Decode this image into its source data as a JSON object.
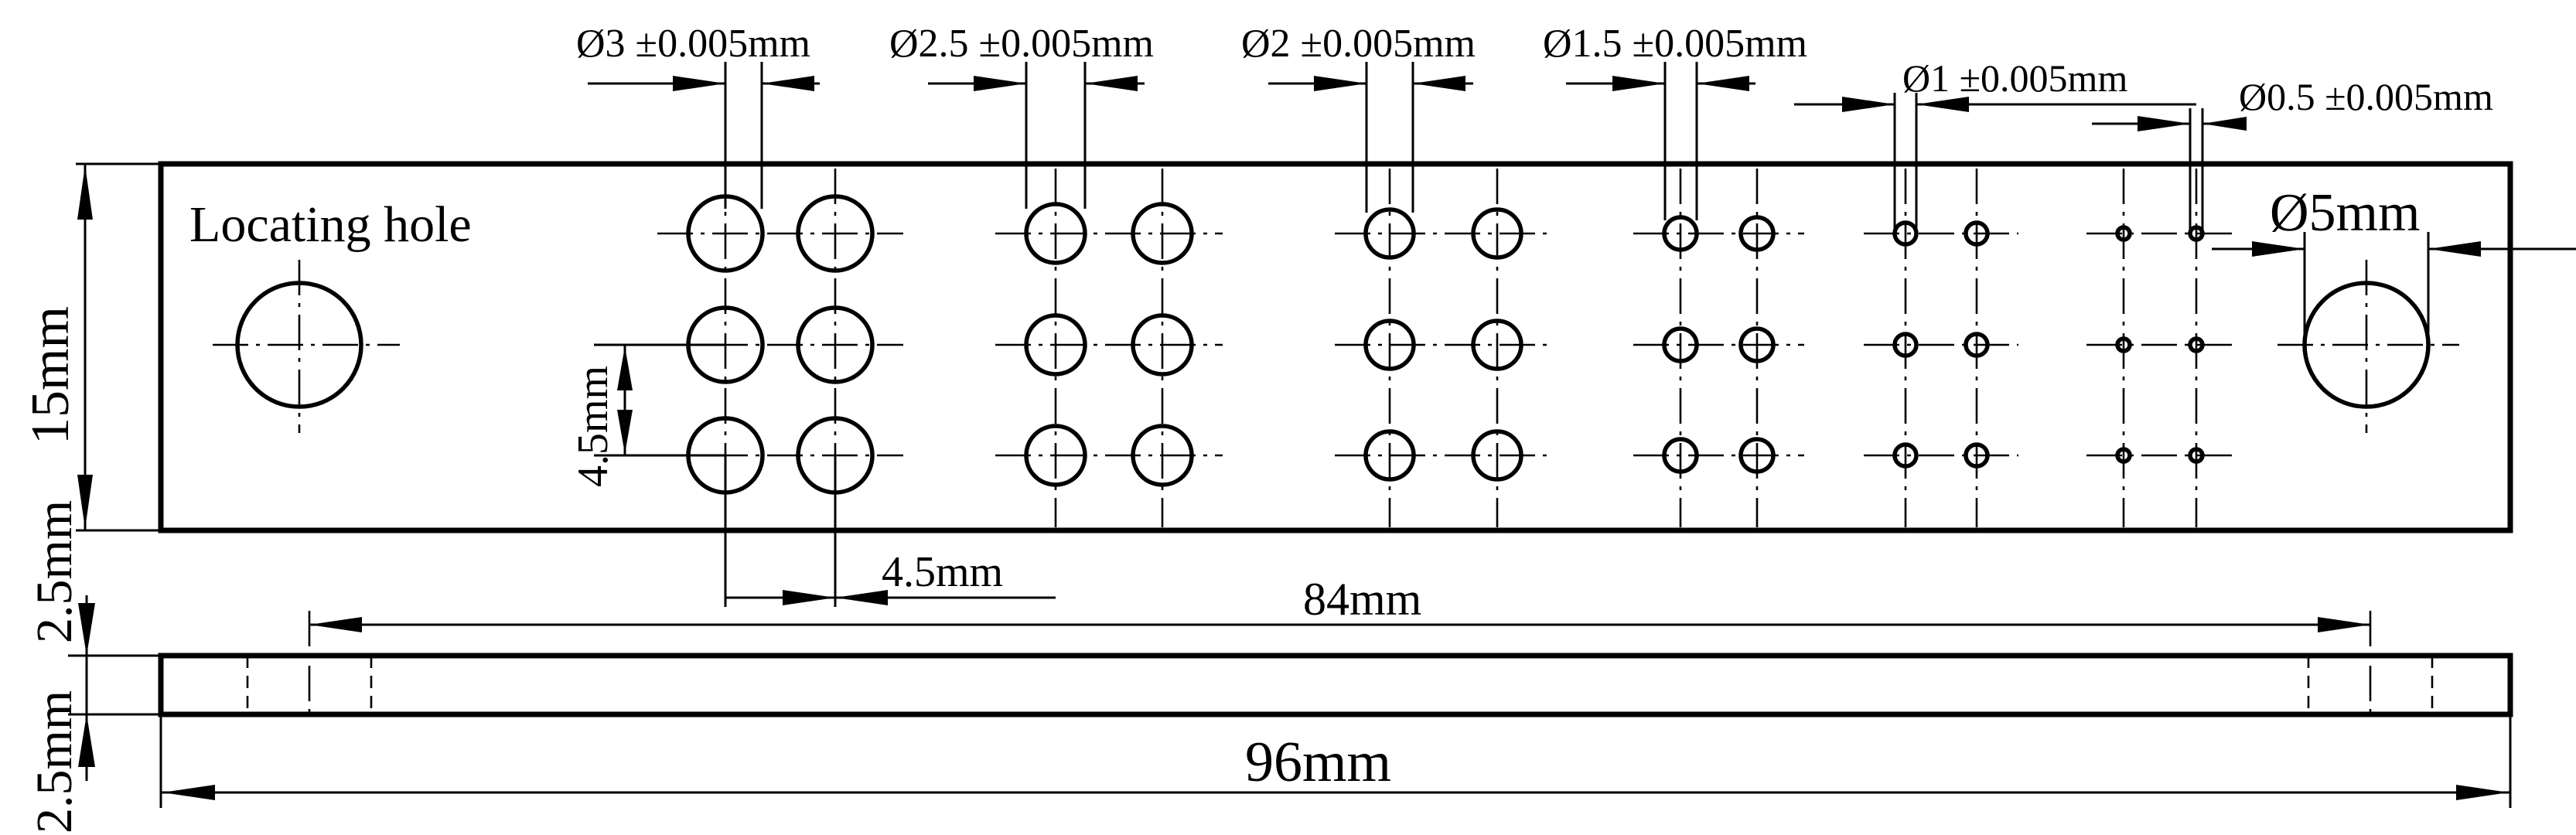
{
  "drawing": {
    "hole_callouts": {
      "d3": "Ø3 ±0.005mm",
      "d2_5": "Ø2.5 ±0.005mm",
      "d2": "Ø2 ±0.005mm",
      "d1_5": "Ø1.5 ±0.005mm",
      "d1": "Ø1 ±0.005mm",
      "d0_5": "Ø0.5 ±0.005mm"
    },
    "locating_hole_label": "Locating hole",
    "locating_hole_diameter": "Ø5mm",
    "plate_width": "15mm",
    "row_pitch": "4.5mm",
    "column_pitch": "4.5mm",
    "hole_span": "84mm",
    "plate_thickness": "2.5mm",
    "plate_length": "96mm"
  }
}
